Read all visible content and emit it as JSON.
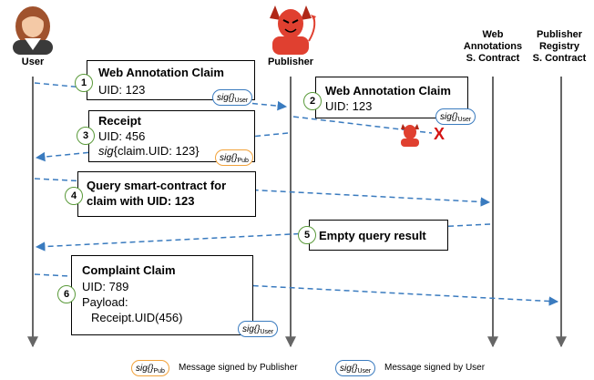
{
  "actors": {
    "user": "User",
    "publisher": "Publisher",
    "web_contract_l1": "Web",
    "web_contract_l2": "Annotations",
    "web_contract_l3": "S. Contract",
    "registry_l1": "Publisher",
    "registry_l2": "Registry",
    "registry_l3": "S. Contract"
  },
  "steps": {
    "s1": {
      "num": "1",
      "title": "Web Annotation Claim",
      "line1": "UID: 123"
    },
    "s2": {
      "num": "2",
      "title": "Web Annotation Claim",
      "line1": "UID: 123"
    },
    "s3": {
      "num": "3",
      "title": "Receipt",
      "line1": "UID: 456",
      "line2_sig": "sig",
      "line2_rest": "{claim.UID: 123}"
    },
    "s4": {
      "num": "4",
      "line1": "Query smart-contract for",
      "line2": "claim with UID: 123"
    },
    "s5": {
      "num": "5",
      "title": "Empty query result"
    },
    "s6": {
      "num": "6",
      "title": "Complaint Claim",
      "line1": "UID: 789",
      "line2": "Payload:",
      "line3": "Receipt.UID(456)"
    }
  },
  "signatures": {
    "sig_main": "sig{}",
    "user_sub": "User",
    "pub_sub": "Pub"
  },
  "rejection_mark": "X",
  "legend": {
    "pub_text": "Message signed by Publisher",
    "user_text": "Message signed by User"
  },
  "colors": {
    "arrow": "#3a7bbf",
    "lifeline": "#666666",
    "step_circle": "#5a9a3a",
    "sig_user": "#3a7bbf",
    "sig_pub": "#f2a23a",
    "devil": "#e04030",
    "reject": "#d41414"
  },
  "icons": [
    "user-avatar-icon",
    "publisher-devil-icon",
    "small-devil-icon"
  ]
}
